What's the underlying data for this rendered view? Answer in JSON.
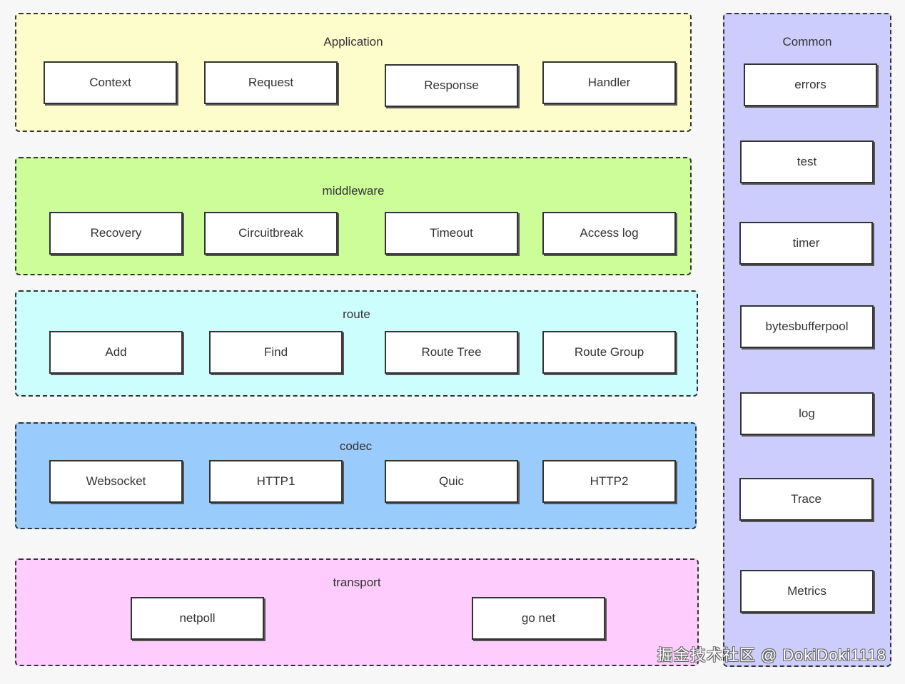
{
  "layers": {
    "application": {
      "title": "Application",
      "items": [
        "Context",
        "Request",
        "Response",
        "Handler"
      ]
    },
    "middleware": {
      "title": "middleware",
      "items": [
        "Recovery",
        "Circuitbreak",
        "Timeout",
        "Access log"
      ]
    },
    "route": {
      "title": "route",
      "items": [
        "Add",
        "Find",
        "Route Tree",
        "Route Group"
      ]
    },
    "codec": {
      "title": "codec",
      "items": [
        "Websocket",
        "HTTP1",
        "Quic",
        "HTTP2"
      ]
    },
    "transport": {
      "title": "transport",
      "items": [
        "netpoll",
        "go net"
      ]
    },
    "common": {
      "title": "Common",
      "items": [
        "errors",
        "test",
        "timer",
        "bytesbufferpool",
        "log",
        "Trace",
        "Metrics"
      ]
    }
  },
  "colors": {
    "application": "#fdfdcc",
    "middleware": "#ccfd99",
    "route": "#ccfefe",
    "codec": "#99cbfc",
    "transport": "#ffccfe",
    "common": "#ccccfd"
  },
  "watermark": "掘金技术社区 @ DokiDoki1118"
}
